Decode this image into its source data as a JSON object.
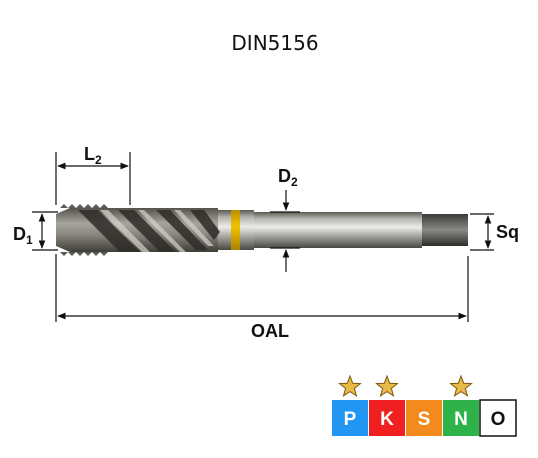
{
  "title": "DIN5156",
  "dimensions": {
    "l2": {
      "main": "L",
      "sub": "2"
    },
    "d2": {
      "main": "D",
      "sub": "2"
    },
    "d1": {
      "main": "D",
      "sub": "1"
    },
    "sq": "Sq",
    "oal": "OAL"
  },
  "colors": {
    "shank_band": "#f2c200",
    "star": "#e8b948"
  },
  "materials": [
    {
      "label": "P",
      "color": "#2196f3",
      "starred": true
    },
    {
      "label": "K",
      "color": "#f02020",
      "starred": true
    },
    {
      "label": "S",
      "color": "#f28a1e",
      "starred": false
    },
    {
      "label": "N",
      "color": "#2fb24a",
      "starred": true
    },
    {
      "label": "O",
      "color": "#ffffff",
      "starred": false
    }
  ]
}
